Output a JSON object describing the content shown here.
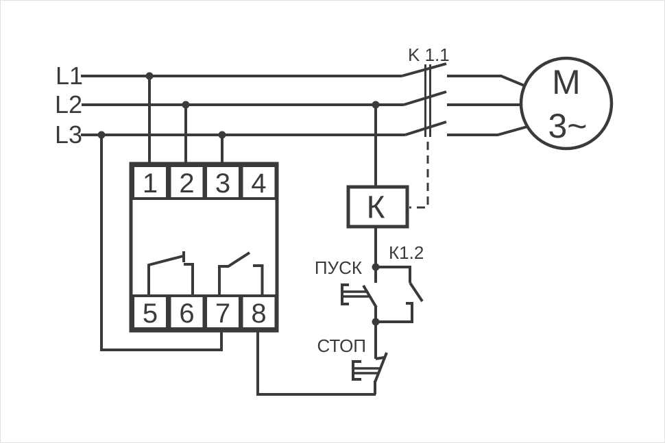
{
  "colors": {
    "line": "#3a3a3c",
    "background": "#ffffff"
  },
  "phases": {
    "l1": "L1",
    "l2": "L2",
    "l3": "L3"
  },
  "device": {
    "terminals_top": [
      "1",
      "2",
      "3",
      "4"
    ],
    "terminals_bottom": [
      "5",
      "6",
      "7",
      "8"
    ]
  },
  "contactor": {
    "coil_label": "К",
    "main_contacts_label": "K 1.1",
    "aux_contact_label": "К1.2"
  },
  "buttons": {
    "start": "ПУСК",
    "stop": "СТОП"
  },
  "motor": {
    "label": "М",
    "phases": "3~"
  }
}
